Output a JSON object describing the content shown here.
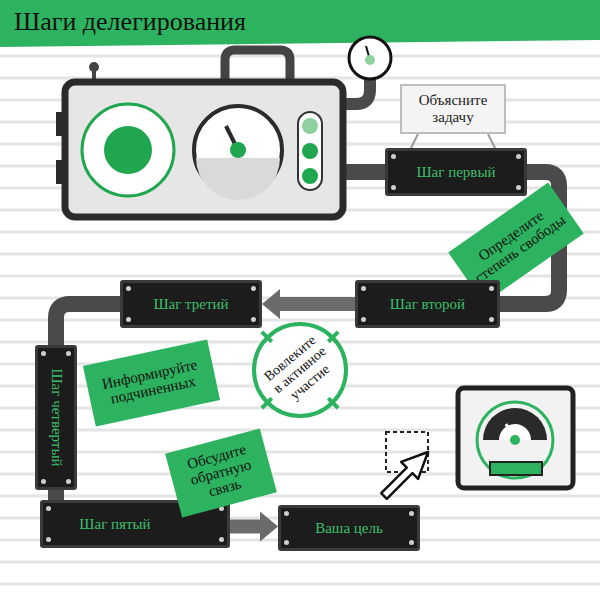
{
  "diagram": {
    "title": "Шаги делегирования",
    "nodes": [
      {
        "text": [
          "Объясните задачу"
        ]
      },
      {
        "text": [
          "Шаг первый"
        ]
      },
      {
        "text": [
          "Определите степень свободы"
        ]
      },
      {
        "text": [
          "Шаг второй"
        ]
      },
      {
        "text": [
          "Шаг третий"
        ]
      },
      {
        "text": [
          "Вовлеките в активное участие"
        ]
      },
      {
        "text": [
          "Шаг четвертый"
        ]
      },
      {
        "text": [
          "Информируйте подчиненных"
        ]
      },
      {
        "text": [
          "Шаг пятый"
        ]
      },
      {
        "text": [
          "Обсудите обратную связь"
        ]
      },
      {
        "text": [
          "Ваша цель"
        ]
      }
    ],
    "edges": [
      {
        "from": 1,
        "to": 3,
        "arrow": "none"
      },
      {
        "from": 3,
        "to": 4,
        "arrow": "to"
      },
      {
        "from": 4,
        "to": 6,
        "arrow": "none"
      },
      {
        "from": 6,
        "to": 8,
        "arrow": "none"
      },
      {
        "from": 8,
        "to": 10,
        "arrow": "to"
      }
    ]
  }
}
